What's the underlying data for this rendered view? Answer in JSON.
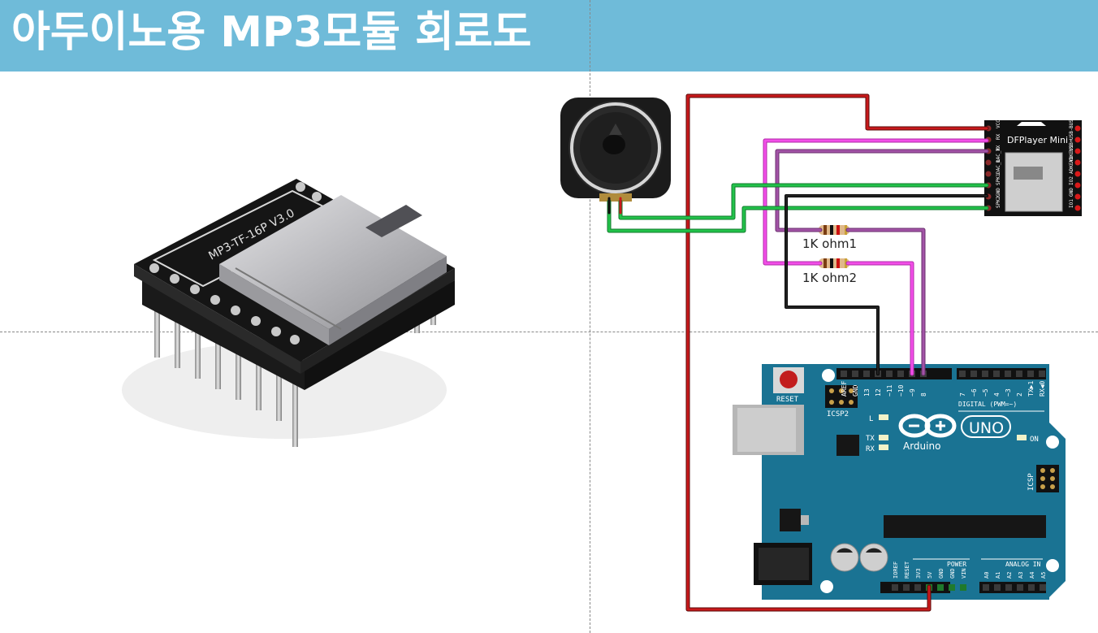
{
  "header": {
    "title": "아두이노용 MP3모듈 회로도"
  },
  "photo": {
    "silkscreen": "MP3-TF-16P V3.0"
  },
  "dfplayer": {
    "title": "DFPlayer Mini",
    "pins_left": [
      "VCC",
      "RX",
      "TX",
      "DAC_R",
      "DAC_L",
      "SPK1",
      "GND",
      "SPK2"
    ],
    "pins_right": [
      "BUSY",
      "USB-",
      "USB+",
      "ADKEY2",
      "ADKEY1",
      "IO2",
      "GND",
      "IO1"
    ]
  },
  "resistors": {
    "r1_label": "1K ohm1",
    "r2_label": "1K ohm2"
  },
  "arduino": {
    "reset_label": "RESET",
    "icsp2_label": "ICSP2",
    "icsp_label": "ICSP",
    "led_l": "L",
    "led_tx": "TX",
    "led_rx": "RX",
    "on_label": "ON",
    "uno_label": "UNO",
    "brand": "Arduino",
    "digital_label": "DIGITAL (PWM=~)",
    "power_label": "POWER",
    "analog_label": "ANALOG IN",
    "digital_pins": [
      "AREF",
      "GND",
      "13",
      "12",
      "~11",
      "~10",
      "~9",
      "8",
      "7",
      "~6",
      "~5",
      "4",
      "~3",
      "2",
      "TX▶1",
      "RX◀0"
    ],
    "power_pins": [
      "IOREF",
      "RESET",
      "3V3",
      "5V",
      "GND",
      "GND",
      "VIN"
    ],
    "analog_pins": [
      "A0",
      "A1",
      "A2",
      "A3",
      "A4",
      "A5"
    ]
  },
  "colors": {
    "header_bg": "#6fbbd9",
    "board": "#1a7393",
    "wire_red": "#c8191b",
    "wire_magenta": "#f24ee8",
    "wire_purple": "#a253a6",
    "wire_green": "#22c24a",
    "wire_black": "#111111"
  }
}
